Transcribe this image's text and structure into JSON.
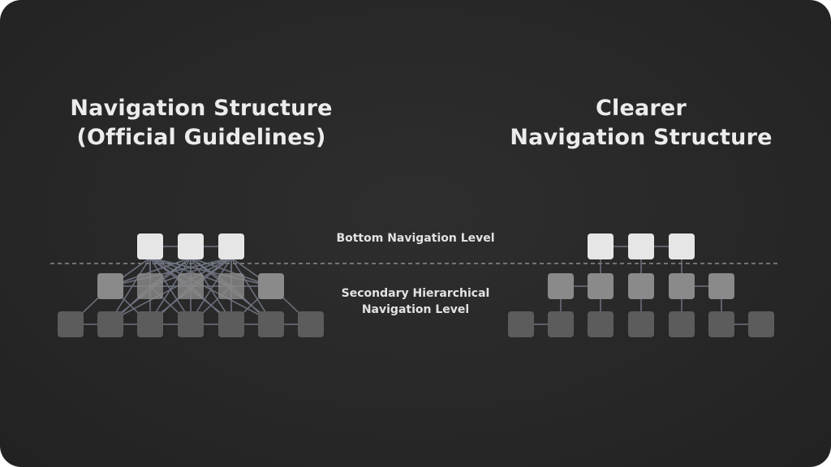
{
  "titles": {
    "left": [
      "Navigation Structure",
      "(Official Guidelines)"
    ],
    "right": [
      "Clearer",
      "Navigation Structure"
    ]
  },
  "labels": {
    "bottom_level": "Bottom Navigation Level",
    "secondary_level": [
      "Secondary Hierarchical",
      "Navigation Level"
    ]
  },
  "colors": {
    "background": "#272727",
    "level1_node": "#e6e6e6",
    "level2_node": "#8a8a8a",
    "level3_node": "#5c5c5c",
    "connector": "#6e7380",
    "divider": "#8c8c8c"
  }
}
